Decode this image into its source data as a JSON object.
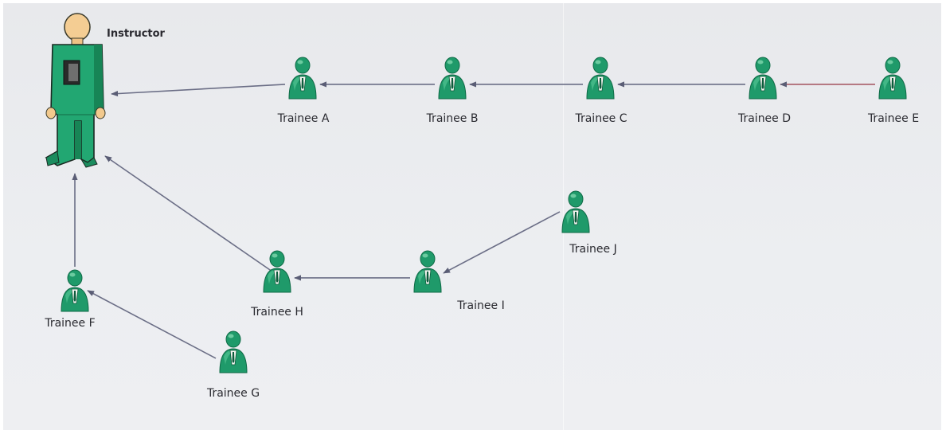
{
  "diagram": {
    "instructor": {
      "label": "Instructor"
    },
    "trainees": [
      {
        "id": "A",
        "label": "Trainee A"
      },
      {
        "id": "B",
        "label": "Trainee B"
      },
      {
        "id": "C",
        "label": "Trainee C"
      },
      {
        "id": "D",
        "label": "Trainee D"
      },
      {
        "id": "E",
        "label": "Trainee E"
      },
      {
        "id": "F",
        "label": "Trainee F"
      },
      {
        "id": "G",
        "label": "Trainee G"
      },
      {
        "id": "H",
        "label": "Trainee H"
      },
      {
        "id": "I",
        "label": "Trainee I"
      },
      {
        "id": "J",
        "label": "Trainee J"
      }
    ],
    "edges": [
      {
        "from": "A",
        "to": "Instructor"
      },
      {
        "from": "B",
        "to": "A"
      },
      {
        "from": "C",
        "to": "B"
      },
      {
        "from": "D",
        "to": "C"
      },
      {
        "from": "E",
        "to": "D"
      },
      {
        "from": "F",
        "to": "Instructor"
      },
      {
        "from": "G",
        "to": "F"
      },
      {
        "from": "H",
        "to": "Instructor"
      },
      {
        "from": "I",
        "to": "H"
      },
      {
        "from": "J",
        "to": "I"
      }
    ],
    "colors": {
      "figure_green": "#1f9a6a",
      "figure_dark": "#0f6a46",
      "instructor_green": "#21a66f",
      "skin": "#f2c98d",
      "edge": "#6b6e86",
      "edge_tint": "#a85c68"
    }
  }
}
